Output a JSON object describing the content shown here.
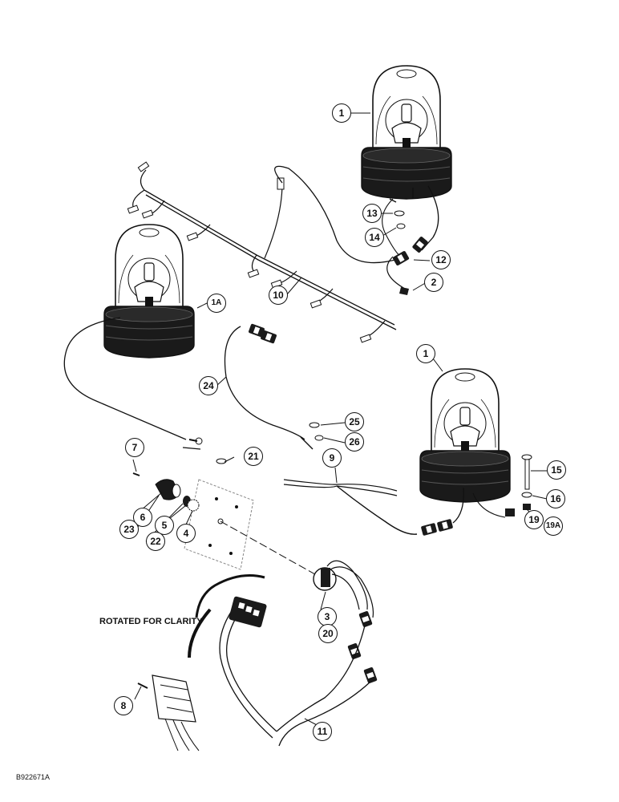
{
  "callouts": {
    "c1_top": "1",
    "c1_right": "1",
    "c1a": "1A",
    "c2": "2",
    "c3": "3",
    "c4": "4",
    "c5": "5",
    "c6": "6",
    "c7": "7",
    "c8": "8",
    "c9": "9",
    "c10": "10",
    "c11": "11",
    "c12": "12",
    "c13": "13",
    "c14": "14",
    "c15": "15",
    "c16": "16",
    "c19": "19",
    "c19a": "19A",
    "c20": "20",
    "c21": "21",
    "c22": "22",
    "c23": "23",
    "c24": "24",
    "c25": "25",
    "c26": "26"
  },
  "note_text": "ROTATED FOR CLARITY",
  "reference_code": "B922671A",
  "colors": {
    "ink": "#111111",
    "lamp_base": "#1a1a1a",
    "dome_fill": "#ffffff"
  }
}
